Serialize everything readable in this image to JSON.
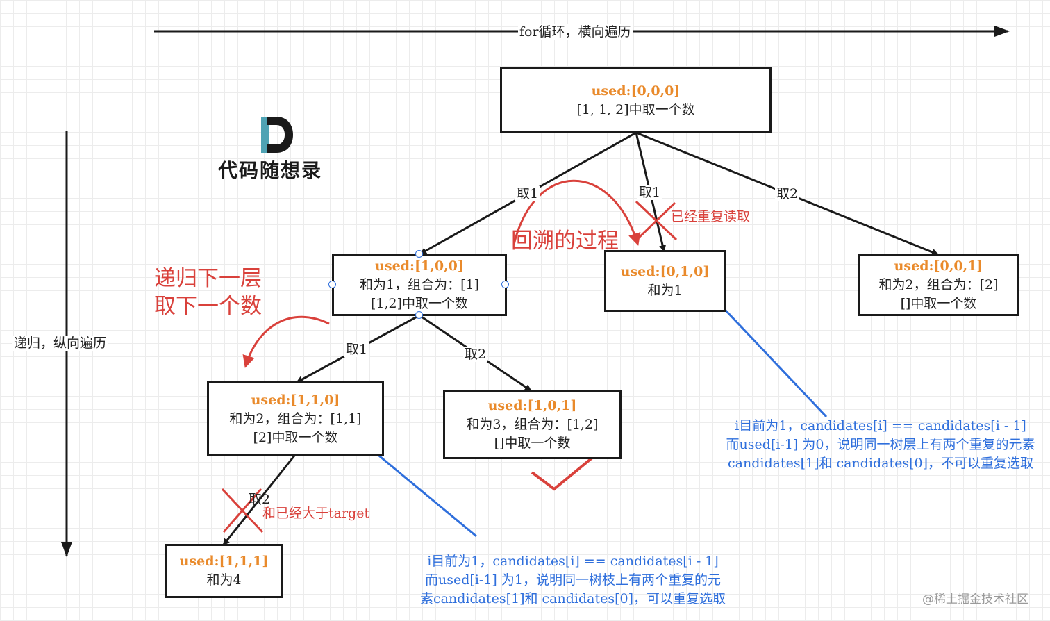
{
  "header": {
    "horizontal_label": "for循环，横向遍历"
  },
  "side": {
    "vertical_label": "递归，纵向遍历"
  },
  "logo": {
    "text": "代码随想录"
  },
  "nodes": {
    "root": {
      "used": "used:[0,0,0]",
      "line1": "[1, 1, 2]中取一个数"
    },
    "n100": {
      "used": "used:[1,0,0]",
      "line1": "和为1，组合为：[1]",
      "line2": "[1,2]中取一个数"
    },
    "n010": {
      "used": "used:[0,1,0]",
      "line1": "和为1"
    },
    "n001": {
      "used": "used:[0,0,1]",
      "line1": "和为2，组合为：[2]",
      "line2": "[]中取一个数"
    },
    "n110": {
      "used": "used:[1,1,0]",
      "line1": "和为2，组合为：[1,1]",
      "line2": "[2]中取一个数"
    },
    "n101": {
      "used": "used:[1,0,1]",
      "line1": "和为3，组合为：[1,2]",
      "line2": "[]中取一个数"
    },
    "n111": {
      "used": "used:[1,1,1]",
      "line1": "和为4"
    }
  },
  "edges": {
    "root_to_100": "取1",
    "root_to_010": "取1",
    "root_to_001": "取2",
    "n100_to_110": "取1",
    "n100_to_101": "取2",
    "n110_to_111": "取2"
  },
  "annotations": {
    "already_repeat": "已经重复读取",
    "backtrack": "回溯的过程",
    "recurse_line1": "递归下一层",
    "recurse_line2": "取下一个数",
    "sum_exceeds": "和已经大于target",
    "blue_right": [
      "i目前为1，candidates[i] == candidates[i - 1]",
      "而used[i-1] 为0，说明同一树层上有两个重复的元素",
      "candidates[1]和 candidates[0]，不可以重复选取"
    ],
    "blue_bottom": [
      "i目前为1，candidates[i] == candidates[i - 1]",
      "而used[i-1] 为1，说明同一树枝上有两个重复的元",
      "素candidates[1]和 candidates[0]，可以重复选取"
    ]
  },
  "watermark": "@稀土掘金技术社区",
  "colors": {
    "used": "#e98a2b",
    "red": "#d9413b",
    "blue": "#2f6fdc",
    "line": "#1a1a1a"
  }
}
